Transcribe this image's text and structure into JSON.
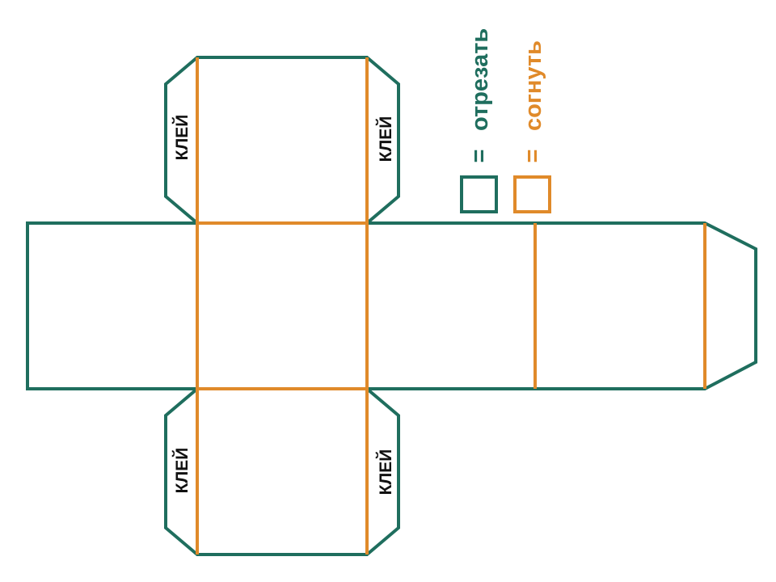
{
  "diagram": {
    "type": "cube net",
    "glue_label": "КЛЕЙ",
    "legend": [
      {
        "symbol": "=",
        "label": "отрезать",
        "color": "#1f6e5e",
        "line_type": "cut"
      },
      {
        "symbol": "=",
        "label": "согнуть",
        "color": "#e08a2a",
        "line_type": "fold"
      }
    ]
  }
}
